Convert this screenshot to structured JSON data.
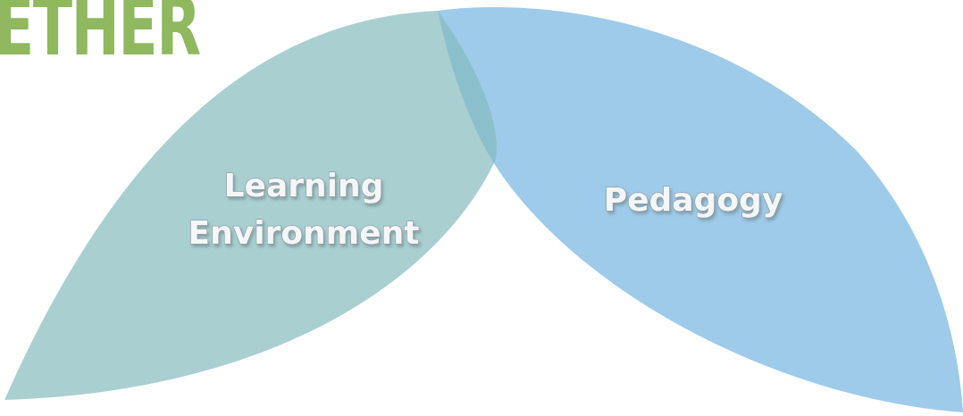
{
  "header": {
    "title": "ETHER"
  },
  "diagram": {
    "type": "overlapping-petals",
    "petals": [
      {
        "id": "left",
        "label_lines": [
          "Learning",
          "Environment"
        ],
        "color": "#a9cfd1"
      },
      {
        "id": "right",
        "label_lines": [
          "Pedagogy"
        ],
        "color": "#9ecbe9"
      }
    ],
    "overlap_color": "#8cbfcc"
  }
}
